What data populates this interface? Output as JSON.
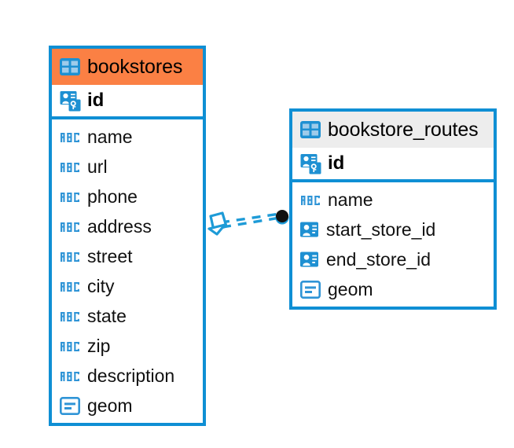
{
  "diagram": {
    "type": "entity-relationship-diagram",
    "background_color": "#ffffff",
    "accent_color": "#0f8fd4",
    "highlight_color": "#fb8044",
    "header_grey": "#ededed"
  },
  "entities": [
    {
      "name": "bookstores",
      "header_style": "orange",
      "table_icon": "table-icon",
      "primary_key": {
        "label": "id",
        "icon": "primary-key-icon"
      },
      "attributes": [
        {
          "label": "name",
          "icon": "abc-text-icon"
        },
        {
          "label": "url",
          "icon": "abc-text-icon"
        },
        {
          "label": "phone",
          "icon": "abc-text-icon"
        },
        {
          "label": "address",
          "icon": "abc-text-icon"
        },
        {
          "label": "street",
          "icon": "abc-text-icon"
        },
        {
          "label": "city",
          "icon": "abc-text-icon"
        },
        {
          "label": "state",
          "icon": "abc-text-icon"
        },
        {
          "label": "zip",
          "icon": "abc-text-icon"
        },
        {
          "label": "description",
          "icon": "abc-text-icon"
        },
        {
          "label": "geom",
          "icon": "geometry-icon"
        }
      ]
    },
    {
      "name": "bookstore_routes",
      "header_style": "grey",
      "table_icon": "table-icon",
      "primary_key": {
        "label": "id",
        "icon": "primary-key-icon"
      },
      "attributes": [
        {
          "label": "name",
          "icon": "abc-text-icon"
        },
        {
          "label": "start_store_id",
          "icon": "foreign-key-icon"
        },
        {
          "label": "end_store_id",
          "icon": "foreign-key-icon"
        },
        {
          "label": "geom",
          "icon": "geometry-icon"
        }
      ]
    }
  ],
  "relationship": {
    "from": "bookstores",
    "to": "bookstore_routes",
    "line_style": "dashed",
    "line_color": "#1e9bd7",
    "source_marker": "crows-foot-marker",
    "target_marker": "filled-circle-marker"
  }
}
